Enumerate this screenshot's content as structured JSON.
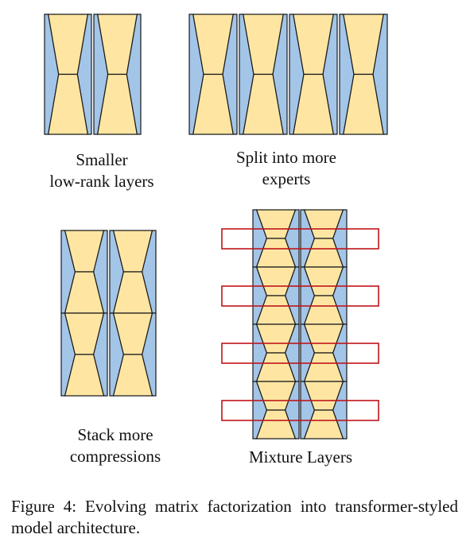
{
  "colors": {
    "factor_fill": "#fee6a2",
    "side_fill": "#a3c5e8",
    "outline": "#1a1a1a",
    "mixture_box": "#c0141a"
  },
  "panels": {
    "smaller": {
      "label_lines": [
        "Smaller",
        "low-rank layers"
      ],
      "units": 2
    },
    "split": {
      "label_lines": [
        "Split into more",
        "experts"
      ],
      "units": 4
    },
    "stack": {
      "label_lines": [
        "Stack more",
        "compressions"
      ],
      "columns": 2,
      "rows": 2
    },
    "mixture": {
      "label_lines": [
        "Mixture Layers"
      ],
      "columns": 2,
      "rows": 4,
      "highlight_boxes": 4
    }
  },
  "caption": "Figure 4: Evolving matrix factorization into transformer-styled model architecture."
}
